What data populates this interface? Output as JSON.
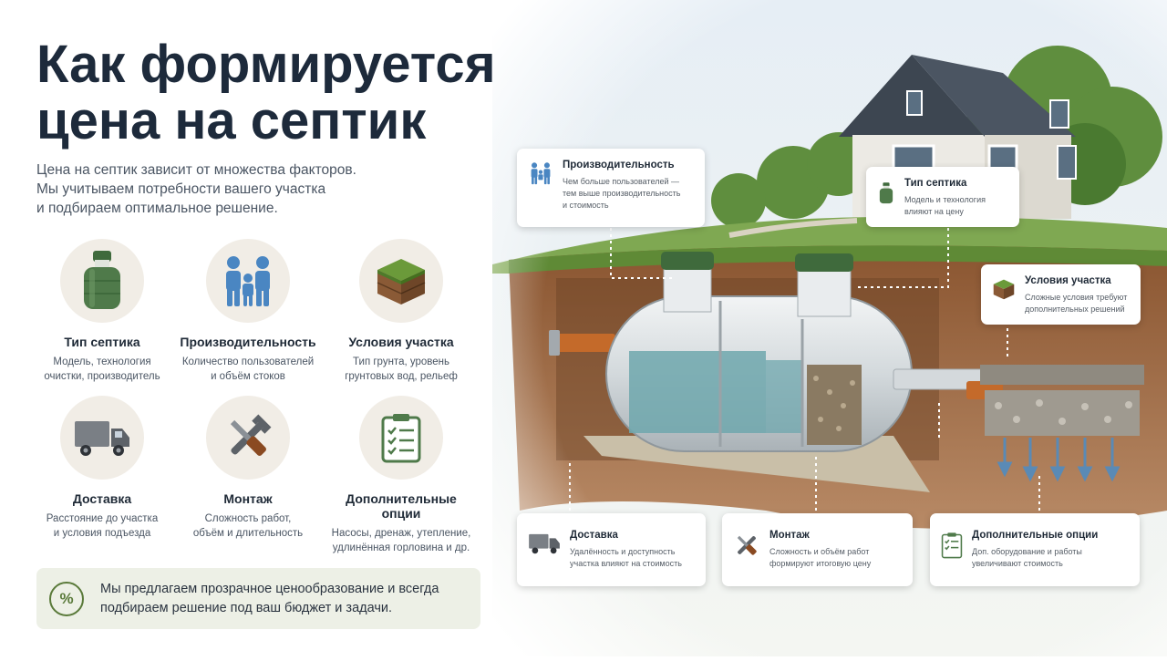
{
  "title": {
    "line1": "Как формируется",
    "line2": "цена на септик"
  },
  "intro": {
    "line1": "Цена на септик зависит от множества факторов.",
    "line2": "Мы учитываем потребности вашего участка",
    "line3": "и подбираем оптимальное решение."
  },
  "factors": [
    {
      "icon": "septic-tank-icon",
      "title": "Тип септика",
      "desc1": "Модель, технология",
      "desc2": "очистки, производитель"
    },
    {
      "icon": "family-icon",
      "title": "Производительность",
      "desc1": "Количество пользователей",
      "desc2": "и объём стоков"
    },
    {
      "icon": "soil-cube-icon",
      "title": "Условия участка",
      "desc1": "Тип грунта, уровень",
      "desc2": "грунтовых вод, рельеф"
    },
    {
      "icon": "truck-icon",
      "title": "Доставка",
      "desc1": "Расстояние до участка",
      "desc2": "и условия подъезда"
    },
    {
      "icon": "wrench-screwdriver-icon",
      "title": "Монтаж",
      "desc1": "Сложность работ,",
      "desc2": "объём и длительность"
    },
    {
      "icon": "checklist-icon",
      "title": "Дополнительные опции",
      "desc1": "Насосы, дренаж, утепление,",
      "desc2": "удлинённая горловина и др."
    }
  ],
  "banner": {
    "icon": "percent-icon",
    "symbol": "%",
    "line1": "Мы предлагаем прозрачное ценообразование и всегда",
    "line2": "подбираем решение под ваш бюджет и задачи."
  },
  "callouts": {
    "performance": {
      "title": "Производительность",
      "desc1": "Чем больше пользователей —",
      "desc2": "тем выше производительность",
      "desc3": "и стоимость"
    },
    "type": {
      "title": "Тип септика",
      "desc1": "Модель и технология",
      "desc2": "влияют на цену"
    },
    "site": {
      "title": "Условия участка",
      "desc1": "Сложные условия требуют",
      "desc2": "дополнительных решений"
    },
    "delivery": {
      "title": "Доставка",
      "desc1": "Удалённость и доступность",
      "desc2": "участка влияют на стоимость"
    },
    "install": {
      "title": "Монтаж",
      "desc1": "Сложность и объём работ",
      "desc2": "формируют итоговую цену"
    },
    "options": {
      "title": "Дополнительные опции",
      "desc1": "Доп. оборудование и работы",
      "desc2": "увеличивают стоимость"
    }
  },
  "colors": {
    "title": "#1d2a3b",
    "accent_green": "#5a7a3a",
    "icon_blue": "#4a86c2",
    "tank_green": "#4f7a4a",
    "water": "#6fa7ad"
  }
}
